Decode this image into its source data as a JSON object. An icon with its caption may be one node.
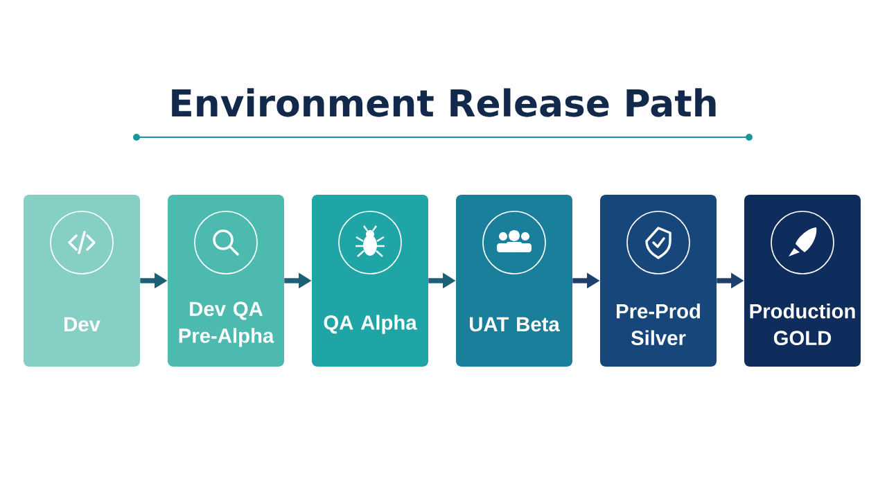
{
  "diagram": {
    "title": "Environment Release Path",
    "nodes": [
      {
        "text": [
          "Dev"
        ]
      },
      {
        "text": [
          "Dev QA Pre-Alpha"
        ]
      },
      {
        "text": [
          "QA Alpha"
        ]
      },
      {
        "text": [
          "UAT Beta"
        ]
      },
      {
        "text": [
          "Pre-Prod Silver"
        ]
      },
      {
        "text": [
          "Production GOLD"
        ]
      }
    ],
    "edges": [
      {
        "from": 0,
        "to": 1,
        "arrow": "to"
      },
      {
        "from": 1,
        "to": 2,
        "arrow": "to"
      },
      {
        "from": 2,
        "to": 3,
        "arrow": "to"
      },
      {
        "from": 3,
        "to": 4,
        "arrow": "to",
        "color": "#1d3f6b"
      },
      {
        "from": 4,
        "to": 5,
        "arrow": "to",
        "color": "#1d3f6b"
      }
    ]
  }
}
